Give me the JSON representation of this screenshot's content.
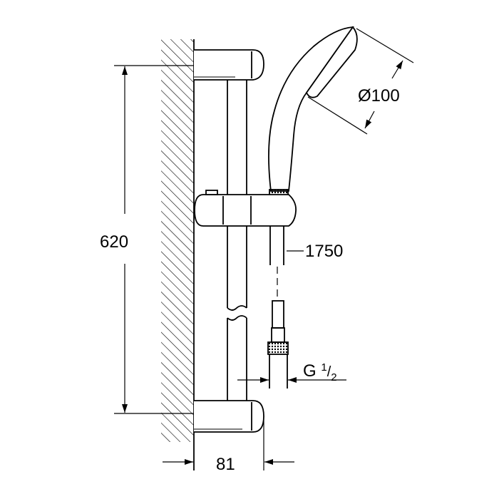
{
  "dimensions": {
    "height": "620",
    "projection": "81",
    "head_diameter": "Ø100",
    "hose_length": "1750",
    "thread": {
      "letter": "G",
      "numerator": "1",
      "denominator": "2"
    }
  },
  "colors": {
    "line": "#000000",
    "background": "#ffffff"
  }
}
